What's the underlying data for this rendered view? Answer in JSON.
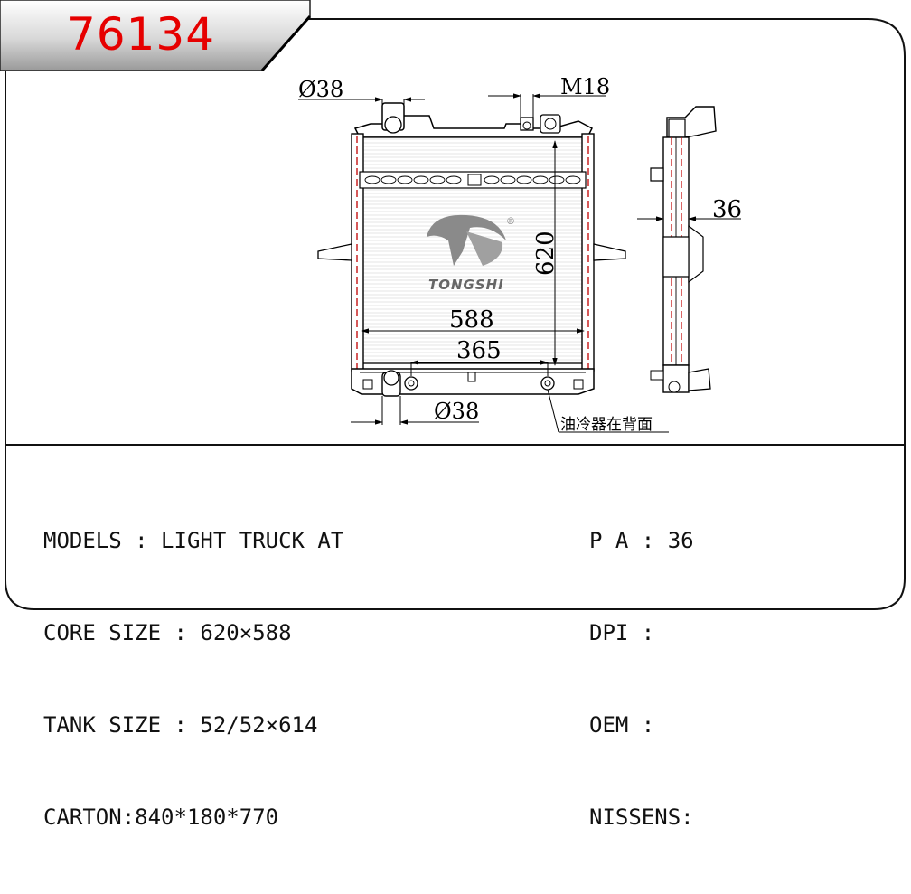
{
  "header": {
    "part_number": "76134",
    "tab_color": "#e60000"
  },
  "drawing": {
    "dim_inlet_top": "Ø38",
    "dim_thread": "M18",
    "dim_core_height": "620",
    "dim_core_width": "588",
    "dim_mount_spacing": "365",
    "dim_outlet_bottom": "Ø38",
    "dim_core_thickness": "36",
    "note_oil_cooler": "油冷器在背面",
    "brand_logo": {
      "name": "TONGSHI",
      "registered_mark": "®"
    }
  },
  "specs_left": [
    "MODELS : LIGHT TRUCK AT",
    "CORE SIZE : 620×588",
    "TANK SIZE : 52/52×614",
    "CARTON:840*180*770"
  ],
  "specs_right": [
    "P A : 36",
    "DPI :",
    "OEM :",
    "NISSENS:"
  ]
}
